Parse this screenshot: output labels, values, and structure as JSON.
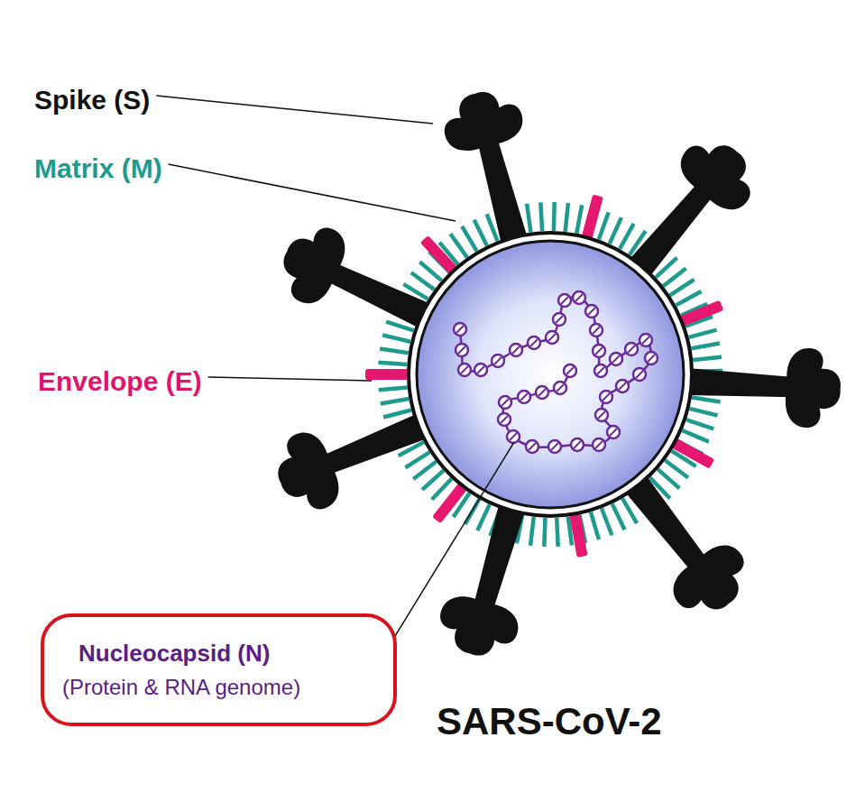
{
  "diagram": {
    "nodes": [
      {
        "text": [
          "Nucleocapsid (N)",
          "(Protein & RNA genome)"
        ]
      }
    ],
    "labels": [
      "Spike (S)",
      "Matrix (M)",
      "Envelope (E)",
      "SARS-CoV-2"
    ]
  }
}
